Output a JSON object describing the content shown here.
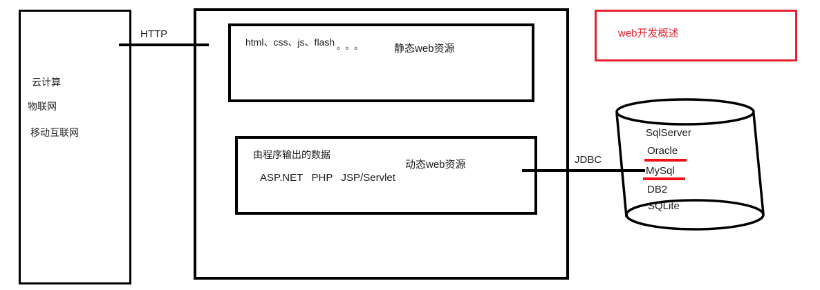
{
  "diagram_title": {
    "label": "web开发概述"
  },
  "client_box": {
    "items": [
      "云计算",
      "物联网",
      "移动互联网"
    ]
  },
  "connectors": {
    "http_label": "HTTP",
    "jdbc_label": "JDBC"
  },
  "web_server": {
    "static_resources": {
      "tech_list": "html、css、js、flash",
      "ellipsis": "。。。",
      "label": "静态web资源"
    },
    "dynamic_resources": {
      "desc": "由程序输出的数据",
      "label": "动态web资源",
      "tech_list": "ASP.NET   PHP   JSP/Servlet"
    }
  },
  "database": {
    "items": [
      {
        "label": "SqlServer",
        "underlined": false
      },
      {
        "label": "Oracle",
        "underlined": true
      },
      {
        "label": "MySql",
        "underlined": true
      },
      {
        "label": "DB2",
        "underlined": false
      },
      {
        "label": "SQLite",
        "underlined": false
      }
    ]
  },
  "colors": {
    "line_black": "#000000",
    "title_red": "#e8202e",
    "underline_red": "#ee1118"
  }
}
